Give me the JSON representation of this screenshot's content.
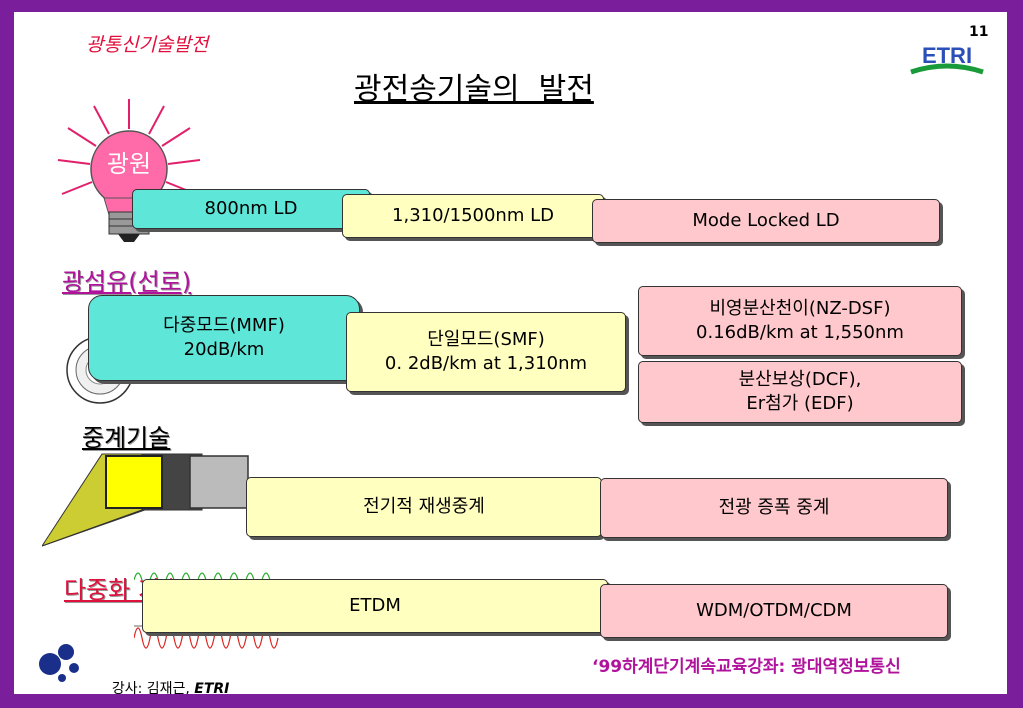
{
  "page_number": "11",
  "header": {
    "section": "광통신기술발전",
    "title": "광전송기술의  발전"
  },
  "logo": {
    "text": "ETRI"
  },
  "sections": {
    "light_source": {
      "bulb_label": "광원",
      "boxes": [
        "800nm LD",
        "1,310/1500nm LD",
        "Mode Locked LD"
      ]
    },
    "fiber": {
      "title": "광섬유(선로)",
      "boxes": [
        "다중모드(MMF)\n20dB/km",
        "단일모드(SMF)\n0. 2dB/km at 1,310nm",
        "비영분산천이(NZ-DSF)\n0.16dB/km at 1,550nm",
        "분산보상(DCF),\nEr첨가 (EDF)"
      ]
    },
    "relay": {
      "title": "중계기술",
      "boxes": [
        "전기적 재생중계",
        "전광 증폭 중계"
      ]
    },
    "multiplex": {
      "title": "다중화 기술",
      "boxes": [
        "ETDM",
        "WDM/OTDM/CDM"
      ]
    }
  },
  "footer": {
    "lecturer": "강사: 김재근, ",
    "lecturer_org": "ETRI",
    "course": "‘99하계단기계속교육강좌: 광대역정보통신"
  },
  "colors": {
    "background": "#7a1e9c",
    "section_red": "#e0103c",
    "section_magenta": "#b0129c",
    "teal": "#5ee6d8",
    "yellow": "#ffffc0",
    "pink": "#ffc8cc"
  }
}
